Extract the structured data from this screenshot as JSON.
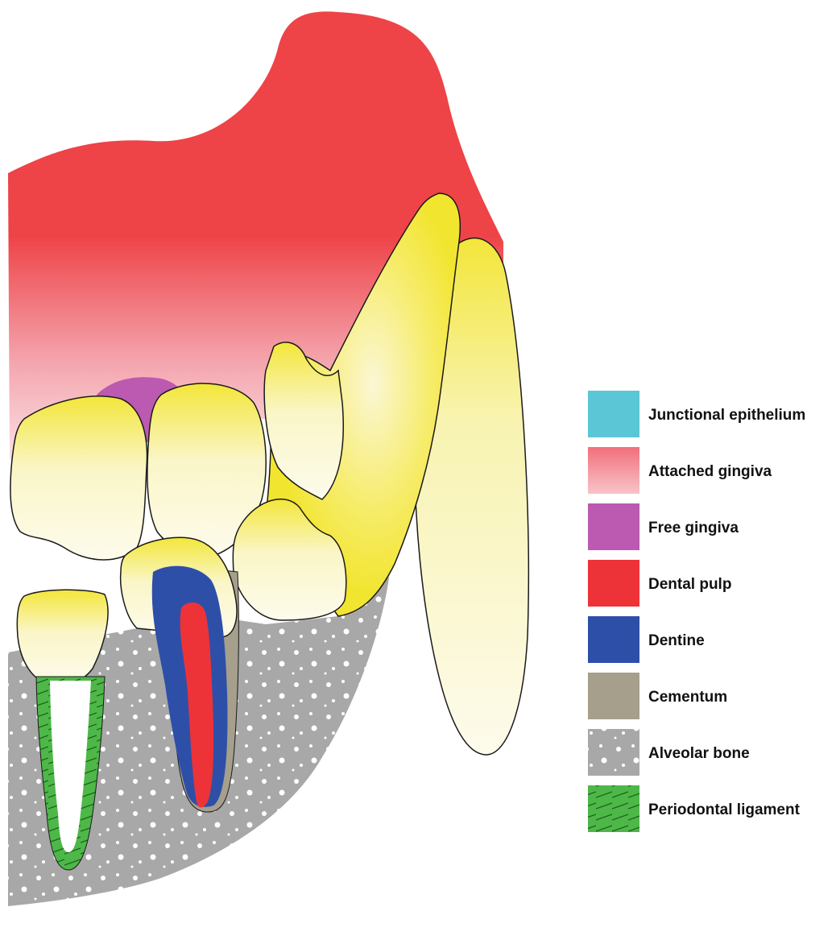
{
  "legend": {
    "items": [
      {
        "label": "Junctional epithelium",
        "swatch": "junctional-epithelium",
        "color": "#5bc7d6"
      },
      {
        "label": "Attached gingiva",
        "swatch": "attached-gingiva",
        "color": "#f07b86"
      },
      {
        "label": "Free gingiva",
        "swatch": "free-gingiva",
        "color": "#bb5ab0"
      },
      {
        "label": "Dental pulp",
        "swatch": "dental-pulp",
        "color": "#ee3338"
      },
      {
        "label": "Dentine",
        "swatch": "dentine",
        "color": "#2e4fa8"
      },
      {
        "label": "Cementum",
        "swatch": "cementum",
        "color": "#a59f8c"
      },
      {
        "label": "Alveolar bone",
        "swatch": "alveolar-bone",
        "color": "#a8a8a8"
      },
      {
        "label": "Periodontal ligament",
        "swatch": "periodontal-ligament",
        "color": "#4db848"
      }
    ]
  },
  "colors": {
    "gingiva_top": "#ee4347",
    "tooth_yellow": "#f3e63a",
    "tooth_cream": "#fdfbea",
    "bone": "#a8a8a8",
    "outline": "#1a1a1a"
  }
}
